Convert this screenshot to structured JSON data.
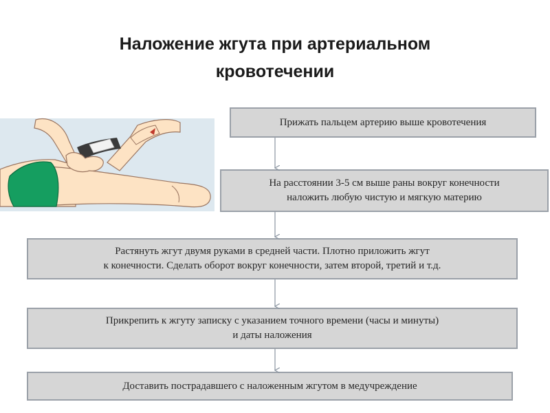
{
  "title": {
    "line1": "Наложение жгута при артериальном",
    "line2": "кровотечении"
  },
  "illustration": {
    "icon": "tourniquet-application-illustration",
    "colors": {
      "skin": "#fde3c4",
      "outline": "#9a7560",
      "shorts": "#159e60",
      "tourniquet": "#3a3a3a",
      "bandage": "#f2f2f2",
      "background": "#dde8ef",
      "wound": "#c0392b"
    }
  },
  "steps": [
    {
      "text": "Прижать пальцем артерию выше кровотечения"
    },
    {
      "text": "На расстоянии 3-5 см выше раны вокруг конечности\nналожить любую чистую и мягкую материю"
    },
    {
      "text": "Растянуть жгут двумя руками в средней части. Плотно приложить жгут\nк конечности. Сделать оборот вокруг конечности, затем второй, третий и т.д."
    },
    {
      "text": "Прикрепить к жгуту записку с указанием точного времени (часы и минуты)\nи даты наложения"
    },
    {
      "text": "Доставить пострадавшего с наложенным жгутом в медучреждение"
    }
  ],
  "colors": {
    "box_fill": "#d6d6d6",
    "box_border": "#9aa0a8",
    "arrow": "#8a94a0",
    "text": "#262626"
  }
}
